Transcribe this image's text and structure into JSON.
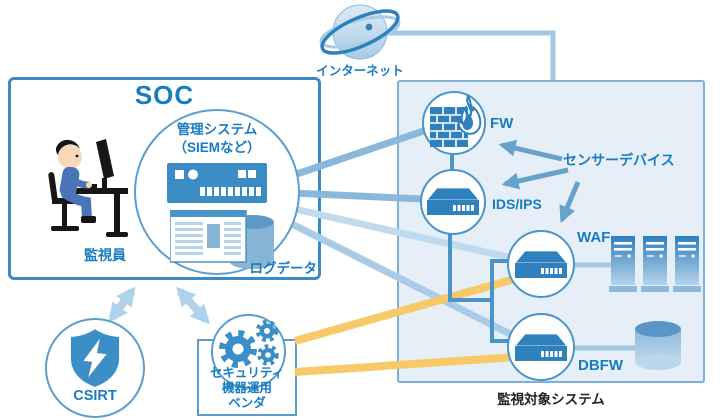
{
  "internet": {
    "label": "インターネット"
  },
  "soc": {
    "title": "SOC",
    "operator": "監視員",
    "mgmt_line1": "管理システム",
    "mgmt_line2": "（SIEMなど）",
    "logdata": "ログデータ"
  },
  "csirt": {
    "label": "CSIRT"
  },
  "vendor": {
    "line1": "セキュリティ",
    "line2": "機器運用",
    "line3": "ベンダ"
  },
  "monitored": {
    "caption": "監視対象システム",
    "sensor_label": "センサーデバイス",
    "fw": "FW",
    "ids": "IDS/IPS",
    "waf": "WAF",
    "dbfw": "DBFW"
  },
  "colors": {
    "label_blue": "#1a7cc0",
    "soc_border": "#3a8ac8",
    "monitored_bg": "#e6eff7",
    "monitored_border": "#7fb0d8",
    "line_light": "#a3c8e2",
    "line_medium": "#8ab8da",
    "line_dark": "#4a94c8",
    "arrow_blue": "#66a3cc",
    "double_arrow": "#aed2ea",
    "yellow": "#f7c968",
    "icon_blue": "#2e81bd"
  }
}
